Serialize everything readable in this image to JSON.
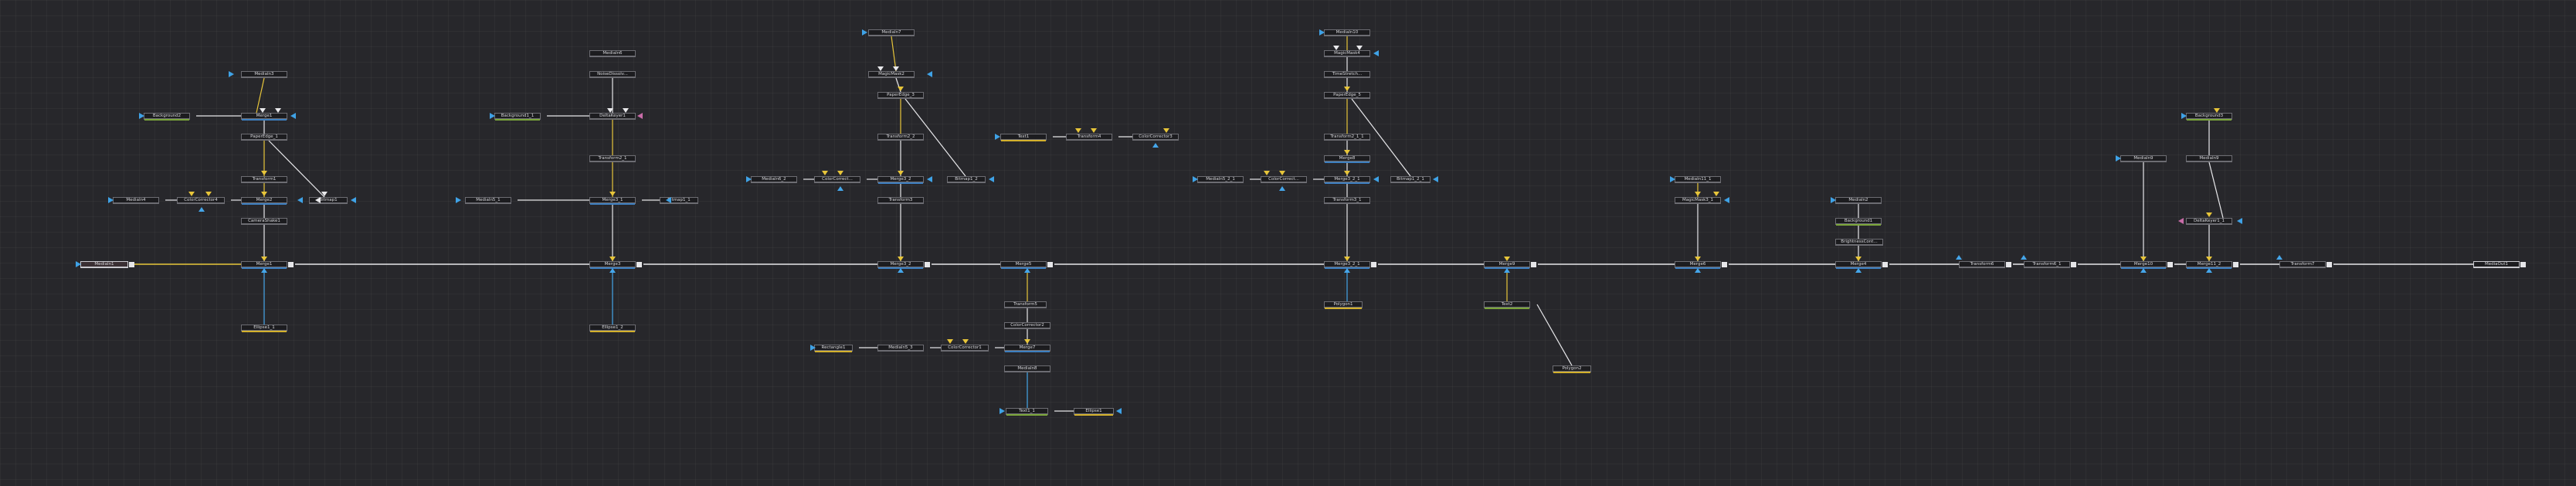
{
  "app": {
    "title": "Flow"
  },
  "colors": {
    "background": "#27272b",
    "node_fill": "#1c1c1f",
    "node_border": "#6c6c72",
    "main_wire": "#e7e7ea",
    "effect_wire": "#e7c53a",
    "mask_wire": "#45a6ea",
    "bg_accent_green": "#7ba63a",
    "image_accent_yellow": "#d4b12c",
    "merge_accent_blue": "#3d7fc0",
    "mask_accent_pink": "#c76aa4"
  },
  "nodes": {
    "mediain1": "MediaIn1",
    "merge1": "Merge1",
    "merge3": "Merge3",
    "mediain3": "MediaIn3",
    "background2": "Background2",
    "bitmap_merge1": "Merge1",
    "paper_edge": "PaperEdge_1",
    "transform1": "Transform1",
    "merge2": "Merge2",
    "bitmap1": "Bitmap1",
    "mediain4": "MediaIn4",
    "color_corrector4": "ColorCorrector4",
    "camera_shake1": "CameraShake1",
    "ellipse1_1": "Ellipse1_1",
    "mediain_a": "MediaIn6",
    "noise_dissolve": "NoiseDissolv...",
    "background1_1": "Background1_1",
    "dissolve1": "DeltaKeyer1",
    "transform2_1": "Transform2_1",
    "mediain5_1": "MediaIn5_1",
    "merge3_1": "Merge3_1",
    "bitmap1_1": "Bitmap1_1",
    "merge3_3": "Merge3_3",
    "ellipse1_2": "Ellipse1_2",
    "mediain7": "MediaIn7",
    "magicmask2": "MagicMask2",
    "paperedge3": "PaperEdge_3",
    "transform2_2": "Transform2_2",
    "mediain6_2": "MediaIn6_2",
    "color_corrector4_2": "ColorCorrect...",
    "merge3_2": "Merge3_2",
    "bitmap1_2": "Bitmap1_2",
    "transform3": "Transform3",
    "merge3_2b": "Merge3_2",
    "text1": "Text1",
    "transform4": "Transform4",
    "color_corrector3": "ColorCorrector3",
    "merge7": "Merge7",
    "transform5": "Transform5",
    "color_corrector2": "ColorCorrector2",
    "rectangle1": "Rectangle1",
    "mediain5_3": "MediaIn5_3",
    "color_corrector1": "ColorCorrector1",
    "merge5": "Merge5",
    "mediain8": "MediaIn8",
    "text1_1": "Text1_1",
    "ellipse1": "Ellipse1",
    "mediain10": "MediaIn10",
    "magicmask4": "MagicMask4",
    "timestretch": "TimeStretch...",
    "paperedge5": "PaperEdge_5",
    "transform2_1b": "Transform2_1_1",
    "merge8": "Merge8",
    "mediain5_2": "MediaIn5_2_1",
    "color_corrector6": "ColorCorrect...",
    "merge3_2_1": "Merge3_2_1",
    "bitmap1_2_1": "Bitmap1_2_1",
    "transform3_1": "Transform3_1",
    "merge3_2_1b": "Merge3_2_1",
    "polygon1": "Polygon1",
    "merge9": "Merge9",
    "text2": "Text2",
    "polygon2": "Polygon2",
    "mediain11": "MediaIn11_1",
    "magicmask3": "MagicMask3_1",
    "merge6": "Merge6",
    "mediain2": "MediaIn2",
    "background1": "Background1",
    "brightness_contrast": "BrightnessCont...",
    "merge4": "Merge4",
    "transform6": "Transform6",
    "transform6_1": "Transform6_1",
    "mediain9": "MediaIn9",
    "merge10": "Merge10",
    "background3": "Background3",
    "mediain9b": "MediaIn9",
    "deltakeyer1": "DeltaKeyer1_1",
    "merge11": "Merge11_2",
    "transform7": "Transform7",
    "mediaout1": "MediaOut1"
  }
}
